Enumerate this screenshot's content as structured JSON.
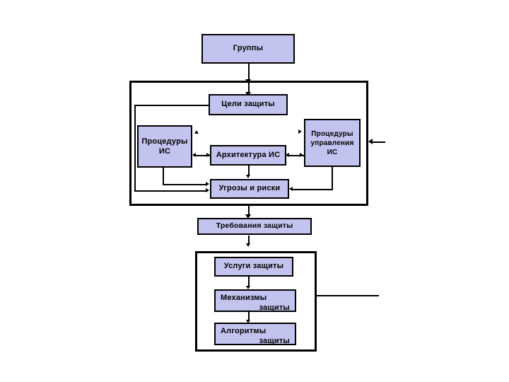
{
  "diagram": {
    "title_box": {
      "label": "Группы"
    },
    "upper_frame": {
      "name": "security-analysis-frame",
      "boxes": [
        {
          "id": "goals",
          "label": "Цели защиты"
        },
        {
          "id": "is-procedures",
          "line1": "Процедуры",
          "line2": "ИС"
        },
        {
          "id": "is-architecture",
          "label": "Архитектура ИС"
        },
        {
          "id": "mgmt-procedures",
          "line1": "Процедуры",
          "line2": "управления",
          "line3": "ИС"
        },
        {
          "id": "threats-risks",
          "label": "Угрозы и риски"
        }
      ]
    },
    "requirements_box": {
      "label": "Требования    защиты"
    },
    "lower_frame": {
      "name": "security-implementation-frame",
      "boxes": [
        {
          "id": "services",
          "label": "Услуги защиты"
        },
        {
          "id": "mechanisms",
          "line1": "Механизмы",
          "line2": "защиты"
        },
        {
          "id": "algorithms",
          "line1": "Алгоритмы",
          "line2": "защиты"
        }
      ]
    },
    "colors": {
      "box_fill": "#c3c3ef",
      "box_border": "#000000",
      "frame_border": "#000000",
      "background": "#ffffff",
      "text": "#000000"
    }
  }
}
